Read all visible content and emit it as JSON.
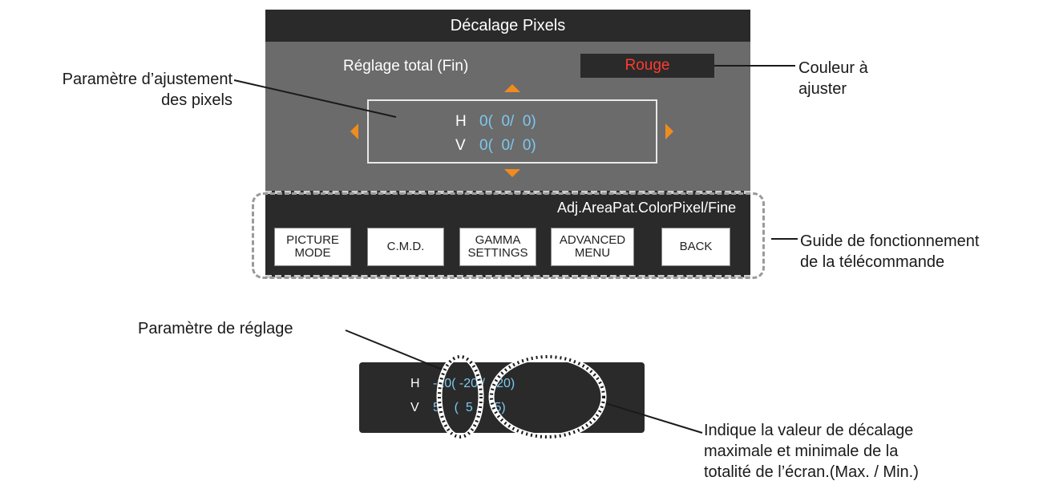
{
  "osd": {
    "title": "Décalage Pixels",
    "subtitle": "Réglage total (Fin)",
    "color_value": "Rouge",
    "h_label": "H",
    "h_value": "0(  0/  0)",
    "v_label": "V",
    "v_value": "0(  0/  0)",
    "guide_text": "Adj.AreaPat.ColorPixel/Fine",
    "buttons": [
      {
        "line1": "PICTURE",
        "line2": "MODE"
      },
      {
        "line1": "C.M.D.",
        "line2": ""
      },
      {
        "line1": "GAMMA",
        "line2": "SETTINGS"
      },
      {
        "line1": "ADVANCED",
        "line2": "MENU"
      },
      {
        "line1": "BACK",
        "line2": ""
      }
    ]
  },
  "annotations": {
    "pixel_param_line1": "Paramètre d’ajustement",
    "pixel_param_line2": "des pixels",
    "color_line1": "Couleur à",
    "color_line2": "ajuster",
    "guide_line1": "Guide de fonctionnement",
    "guide_line2": "de la télécommande",
    "setting_param": "Paramètre de réglage",
    "range_line1": "Indique la valeur de décalage",
    "range_line2": "maximale et minimale de la",
    "range_line3": "totalité de l’écran.(Max. / Min.)"
  },
  "example": {
    "h_label": "H",
    "h_value": "-20( -20 /  -20)",
    "v_label": "V",
    "v_value": "5    (  5 /    5)"
  },
  "colors": {
    "accent_orange": "#f08c1e",
    "value_blue": "#7ec8f0",
    "color_red": "#ff3b30"
  }
}
